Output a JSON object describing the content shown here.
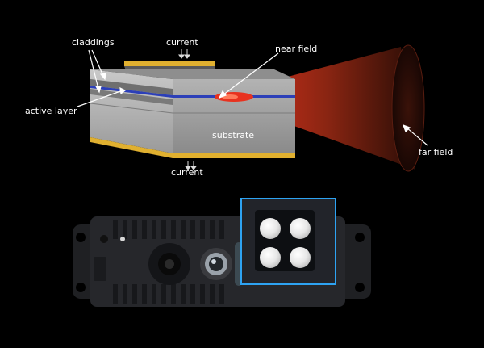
{
  "labels": {
    "current_top": "current",
    "current_bottom": "current",
    "claddings": "claddings",
    "active_layer": "active layer",
    "near_field": "near field",
    "substrate": "substrate",
    "far_field": "far field"
  },
  "colors": {
    "background": "#000000",
    "beam_near": "#e8321f",
    "beam_far": "#3a1208",
    "electrode": "#e0b030",
    "active_layer": "#2c3fb8",
    "highlight_frame": "#2ea3f2"
  },
  "icons": {
    "current_arrows": "down-arrows-icon",
    "led_lens": "white-dome-led-icon",
    "camera_lens": "camera-lens-icon"
  }
}
